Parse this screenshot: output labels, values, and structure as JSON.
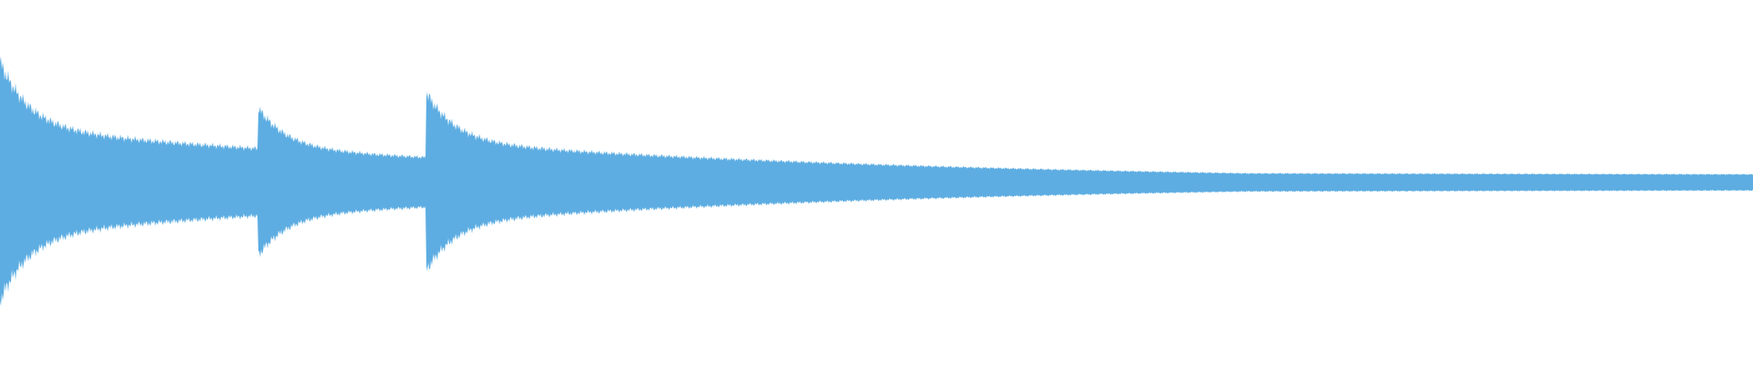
{
  "waveform": {
    "color": "#5dade2",
    "background": "#ffffff",
    "duration_fraction_markers": [
      {
        "onset": 0.0,
        "peak": 0.8
      },
      {
        "onset": 0.147,
        "peak": 0.5
      },
      {
        "onset": 0.243,
        "peak": 0.6
      }
    ],
    "tail_level": 0.08
  }
}
